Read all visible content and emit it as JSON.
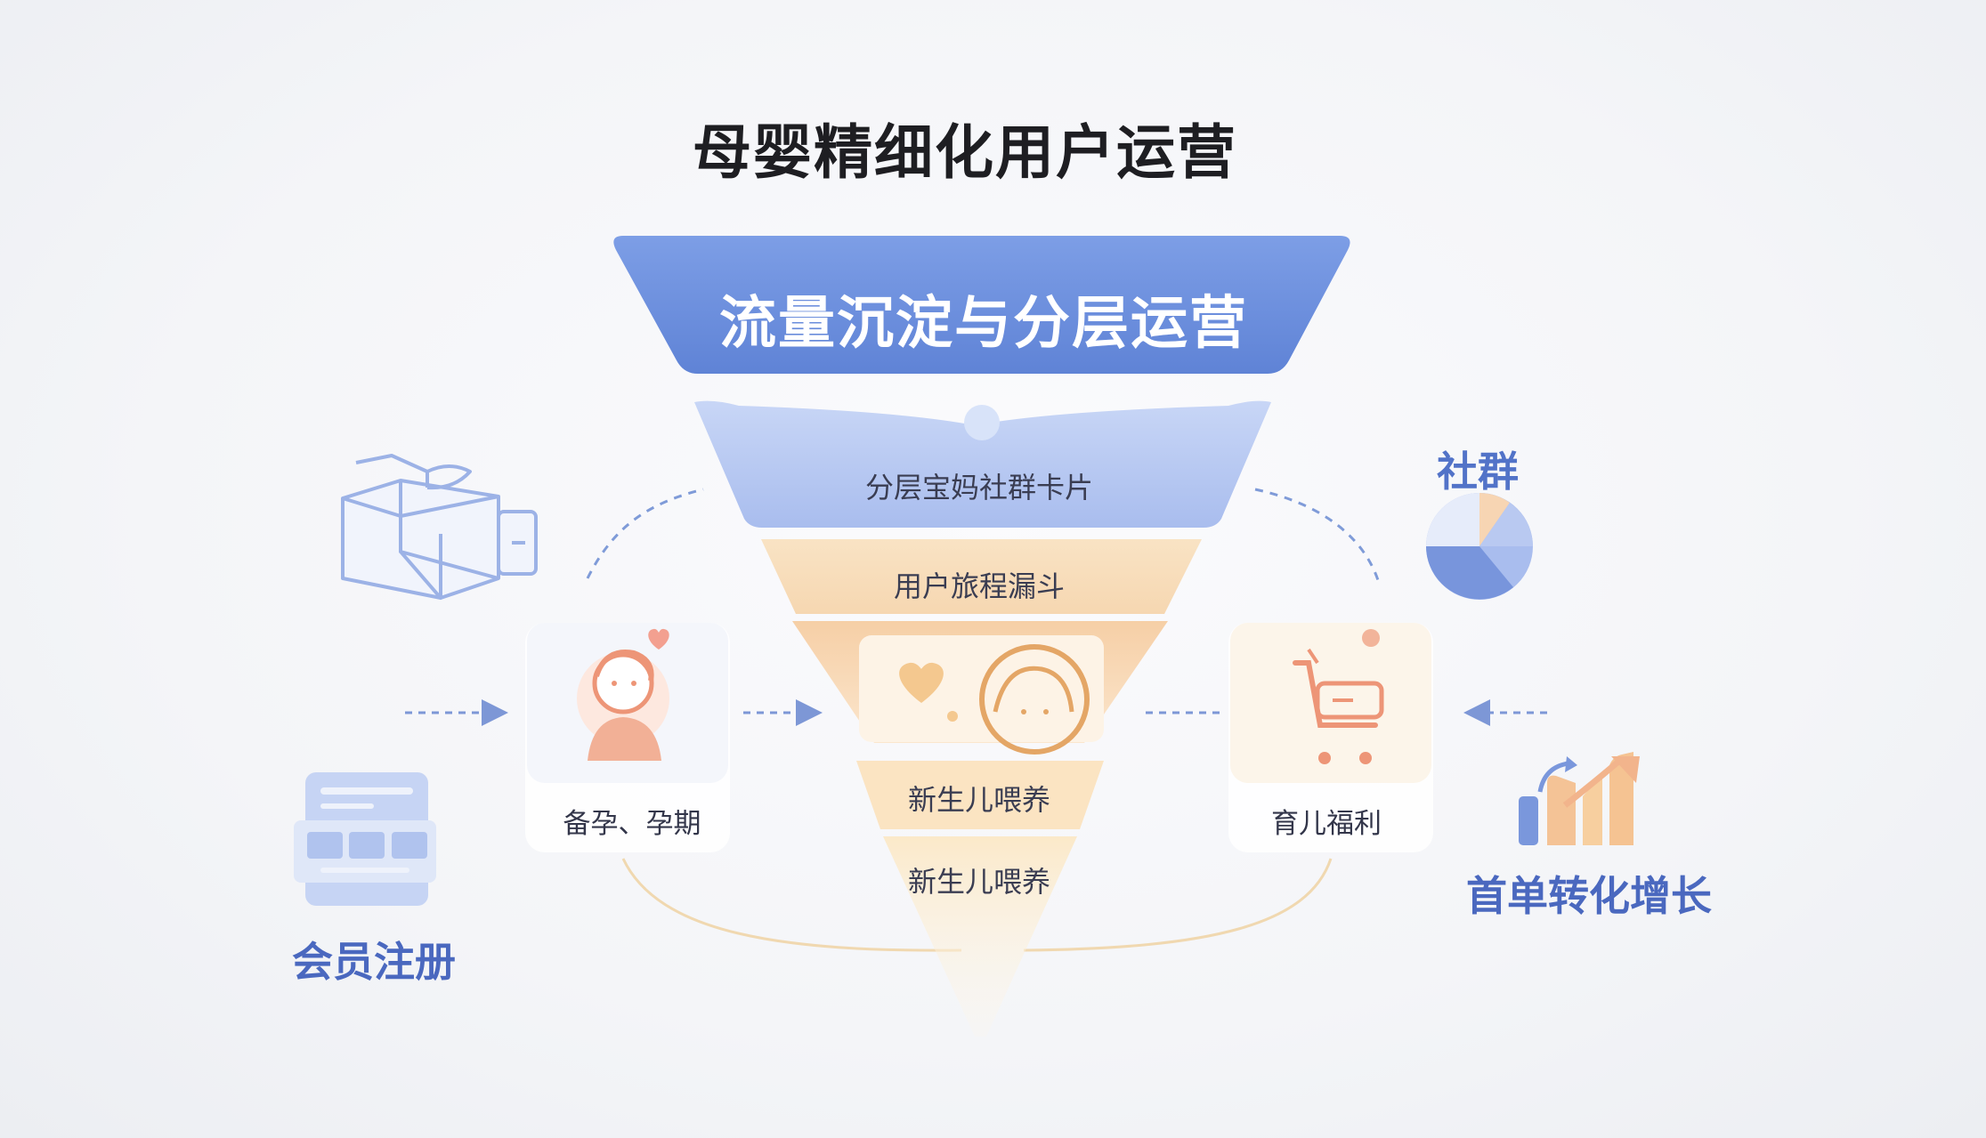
{
  "title": "母婴精细化用户运营",
  "funnel": {
    "tiers": [
      {
        "label": "流量沉淀与分层运营"
      },
      {
        "label": "分层宝妈社群卡片"
      },
      {
        "label": "用户旅程漏斗"
      },
      {
        "label": ""
      },
      {
        "label": "新生儿喂养"
      },
      {
        "label": "新生儿喂养"
      }
    ]
  },
  "left_card": {
    "label": "备孕、孕期",
    "icon": "mother-avatar-icon"
  },
  "right_card": {
    "label": "育儿福利",
    "icon": "shopping-cart-icon"
  },
  "side_items": {
    "social": {
      "label": "社群",
      "icon": "pie-chart-icon"
    },
    "member": {
      "label": "会员注册",
      "icon": "browser-window-icon"
    },
    "conversion": {
      "label": "首单转化增长",
      "icon": "growth-bar-chart-icon"
    },
    "gift": {
      "icon": "gift-box-icon"
    }
  },
  "colors": {
    "primary_blue": "#6b8fdc",
    "light_blue": "#aac0ef",
    "peach": "#f4c89e",
    "cream": "#f8e6c8",
    "title": "#1e1e22"
  }
}
